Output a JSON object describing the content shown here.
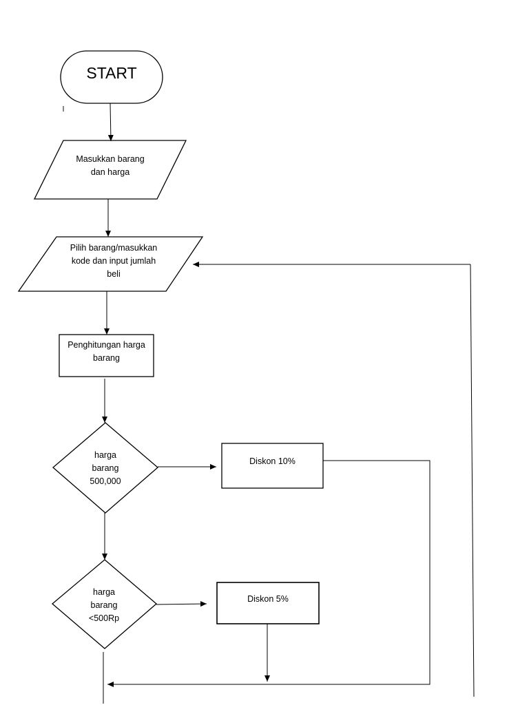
{
  "nodes": {
    "start": "START",
    "input_goods": "Masukkan barang\ndan harga",
    "select_goods": "Pilih barang/masukkan\nkode dan input jumlah\nbeli",
    "calc_price": "Penghitungan harga\nbarang",
    "decision_500000": "harga\nbarang\n500,000",
    "discount_10": "Diskon 10%",
    "decision_500rp": "harga\nbarang\n<500Rp",
    "discount_5": "Diskon 5%"
  },
  "stray_mark": "l"
}
